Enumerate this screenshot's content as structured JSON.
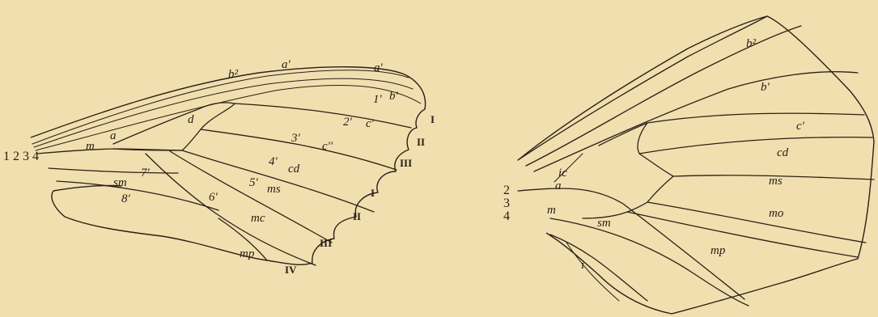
{
  "colors": {
    "background": "#f2dfb0",
    "ink": "#2a2016"
  },
  "forewing": {
    "labels": {
      "b2": "b²",
      "a1_a": "a'",
      "a1_b": "a'",
      "b1": "b'",
      "n1": "1'",
      "d": "d",
      "a": "a",
      "m": "m",
      "n2": "2'",
      "c1": "c'",
      "n3": "3'",
      "c2": "c''",
      "n4": "4'",
      "cd": "cd",
      "n5": "5'",
      "ms": "ms",
      "n6": "6'",
      "mc": "mc",
      "mp": "mp",
      "n7": "7'",
      "sm": "sm",
      "n8": "8'",
      "base": "1 2 3 4"
    },
    "roman": {
      "r1": "I",
      "r2": "II",
      "r3": "III",
      "r4": "I",
      "r5": "II",
      "r6": "III",
      "r7": "IV"
    }
  },
  "hindwing": {
    "labels": {
      "b2": "b²",
      "b1": "b'",
      "c1": "c'",
      "cd": "cd",
      "ms": "ms",
      "mo": "mo",
      "mp": "mp",
      "ic": "ic",
      "a": "a",
      "m": "m",
      "sm": "sm",
      "i": "i",
      "n2": "2",
      "n3": "3",
      "n4": "4"
    }
  }
}
